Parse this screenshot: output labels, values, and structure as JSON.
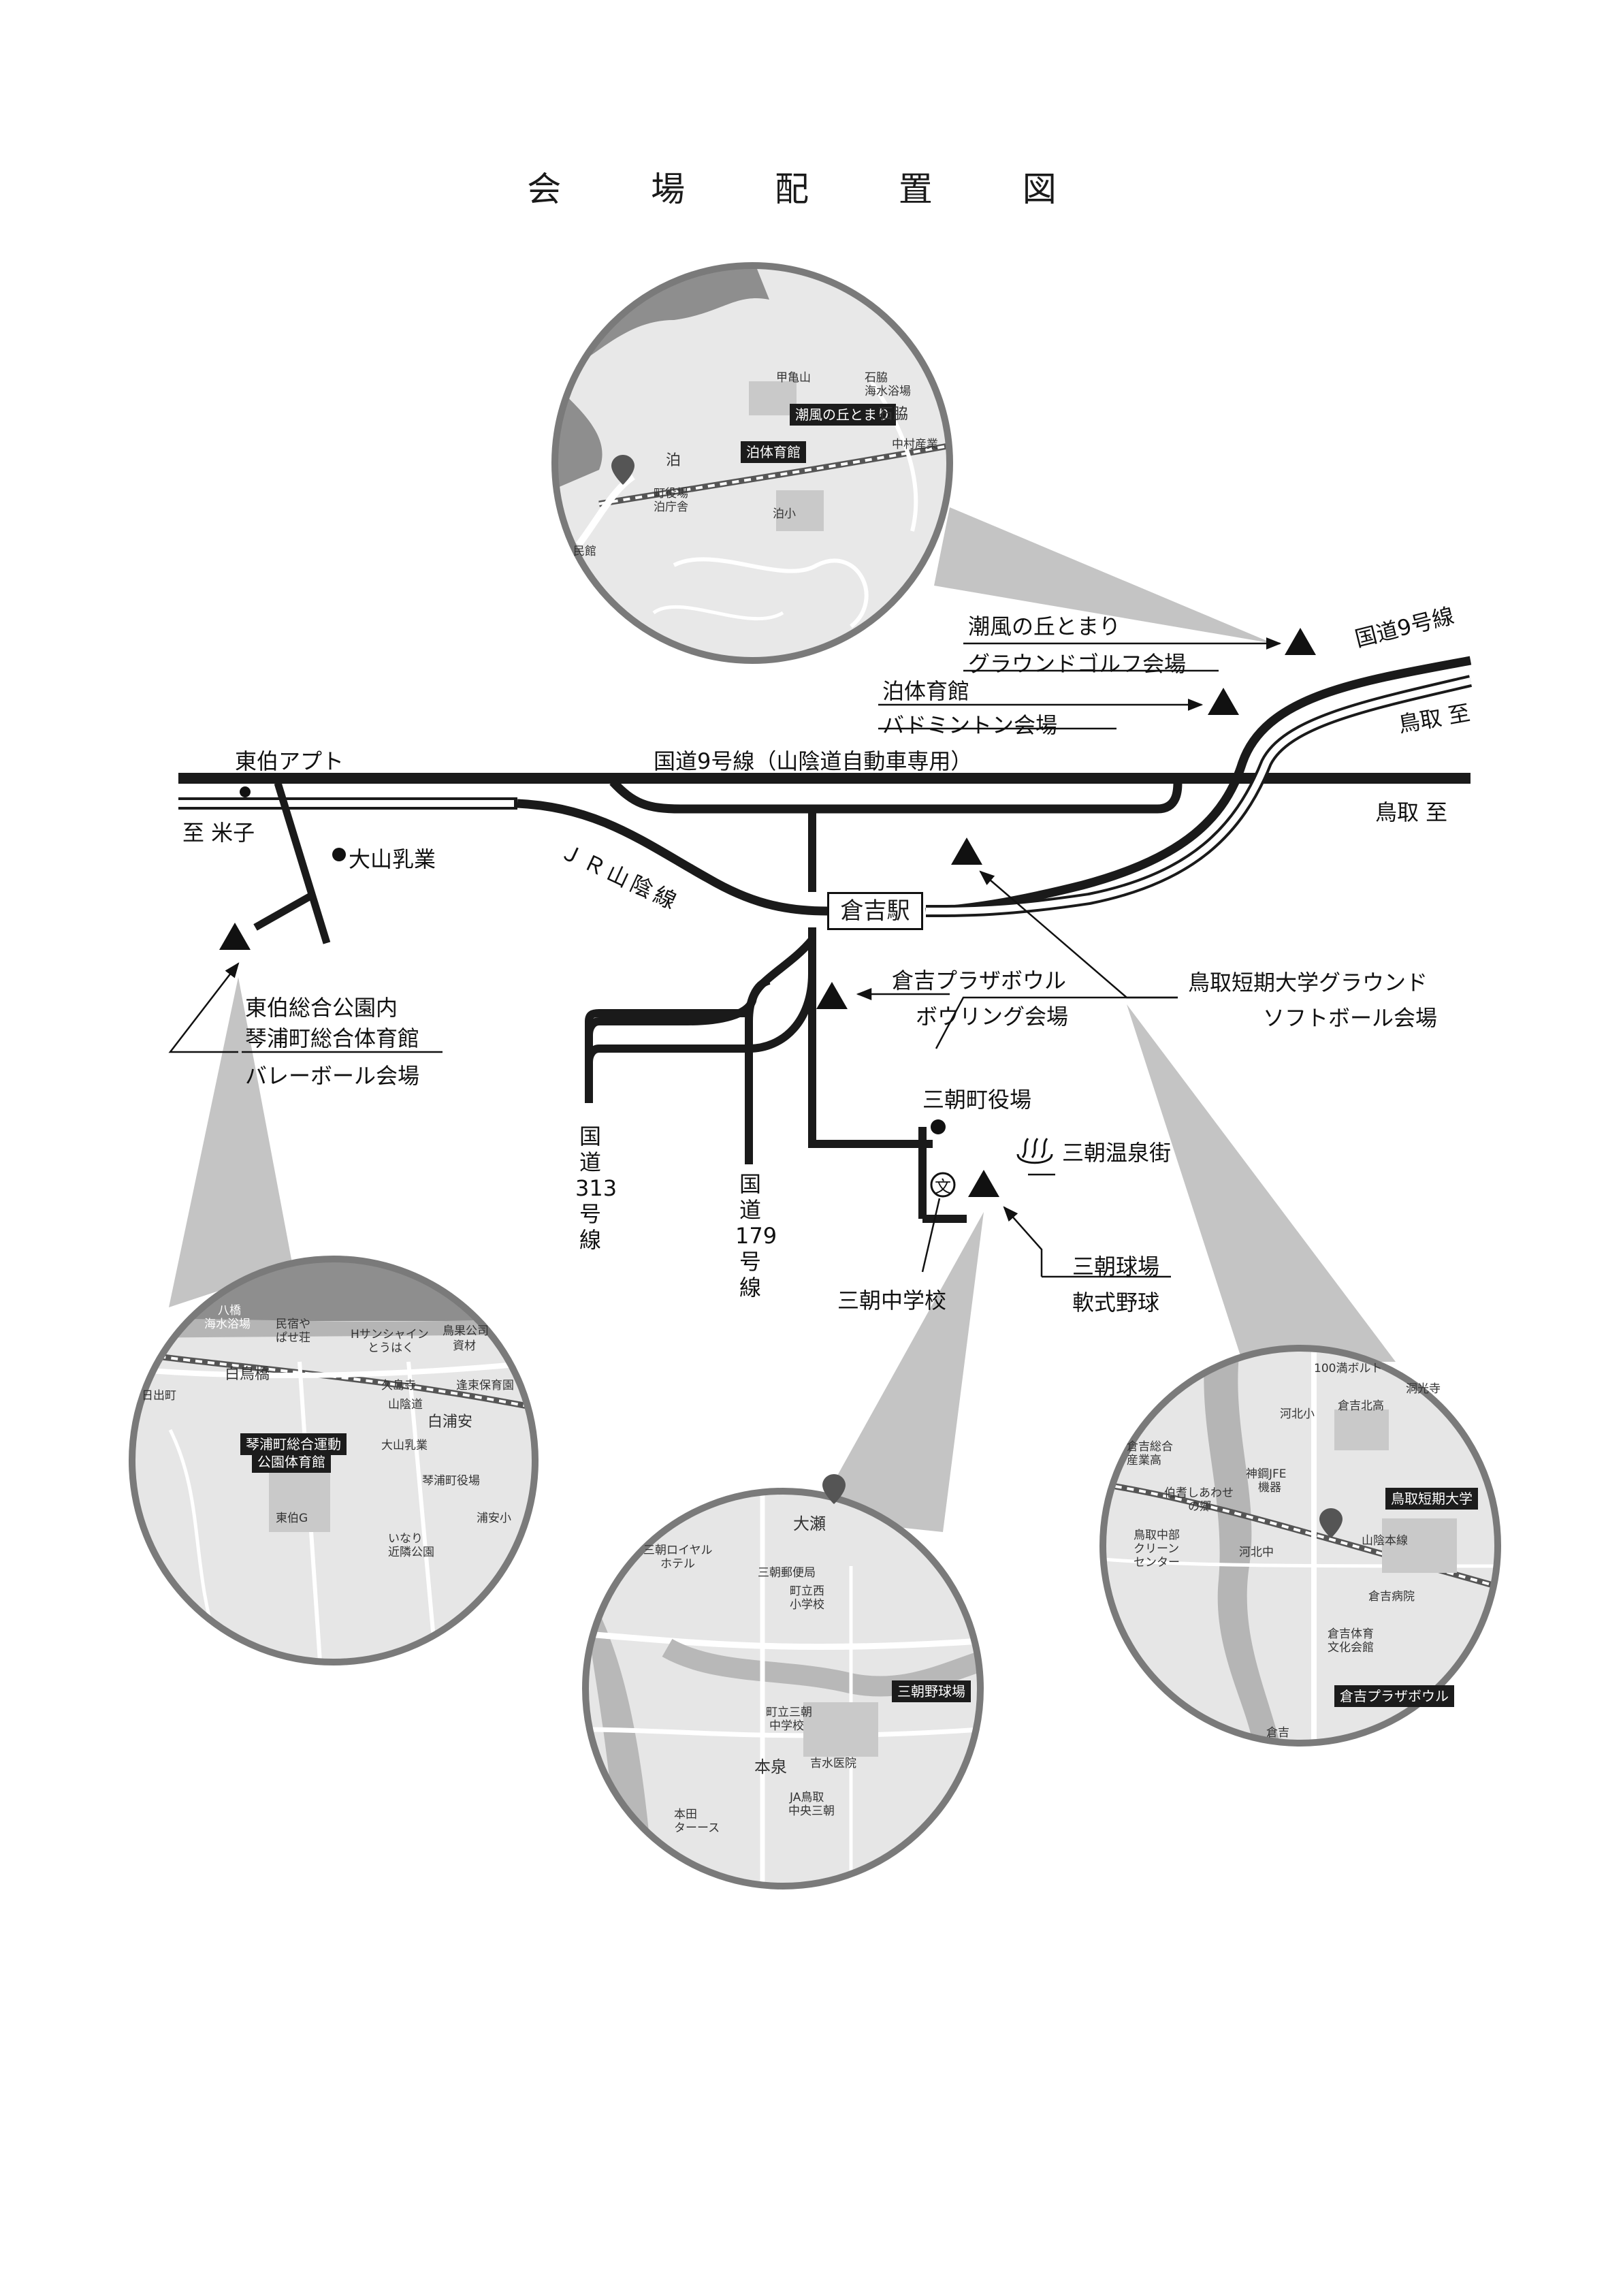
{
  "title": "会 場 配 置 図",
  "roads": {
    "national9_top": "国道9号線",
    "expressway": "国道9号線（山陰道自動車専用）",
    "jr": "ＪＲ山陰線",
    "to_tottori_1": "鳥取 至",
    "to_tottori_2": "鳥取 至",
    "to_yonago": "至 米子",
    "route313": [
      "国",
      "道",
      "313",
      "号",
      "線"
    ],
    "route179": [
      "国",
      "道",
      "179",
      "号",
      "線"
    ]
  },
  "places": {
    "station": "倉吉駅",
    "touhaku_apt": "東伯アプト",
    "daisen_milk": "大山乳業",
    "misasa_office": "三朝町役場",
    "misasa_onsen": "三朝温泉街",
    "misasa_jhs": "三朝中学校"
  },
  "venues": {
    "shiokaze": {
      "name": "潮風の丘とまり",
      "event": "グラウンドゴルフ会場"
    },
    "tomari_gym": {
      "name": "泊体育館",
      "event": "バドミントン会場"
    },
    "tottori_college": {
      "name": "鳥取短期大学グラウンド",
      "event": "ソフトボール会場"
    },
    "plaza_bowl": {
      "name": "倉吉プラザボウル",
      "event": "ボウリング会場"
    },
    "touhaku_park": {
      "name1": "東伯総合公園内",
      "name2": "琴浦町総合体育館",
      "event": "バレーボール会場"
    },
    "misasa_ball": {
      "name": "三朝球場",
      "event": "軟式野球"
    }
  },
  "insets": {
    "tomari": {
      "chips": [
        "潮風の丘とまり",
        "泊体育館"
      ],
      "labels": [
        "甲亀山",
        "石脇",
        "海水浴場",
        "石脇",
        "中村産業",
        "泊",
        "町役場",
        "泊庁舎",
        "泊小",
        "民館"
      ]
    },
    "kotoura": {
      "chips": [
        "琴浦町総合運動",
        "公園体育館"
      ],
      "labels": [
        "八橋",
        "海水浴場",
        "民宿や",
        "ぱせ荘",
        "Hサンシャイン",
        "とうはく",
        "鳥果公司",
        "資材",
        "久島寺",
        "逢束保育園",
        "山陰道",
        "白浦安",
        "大山乳業",
        "琴浦町役場",
        "浦安小",
        "東伯G",
        "いなり",
        "近隣公園",
        "白鳥橋",
        "日出町"
      ]
    },
    "misasa": {
      "chips": [
        "三朝野球場"
      ],
      "labels": [
        "大瀬",
        "三朝ロイヤル",
        "ホテル",
        "三朝郵便局",
        "町立西",
        "小学校",
        "町立三朝",
        "中学校",
        "本泉",
        "吉水医院",
        "JA鳥取",
        "中央三朝",
        "本田",
        "ターース"
      ]
    },
    "kurayoshi": {
      "chips": [
        "鳥取短期大学",
        "倉吉プラザボウル"
      ],
      "labels": [
        "100満ボルト",
        "洞光寺",
        "倉吉北高",
        "河北小",
        "倉吉総合",
        "産業高",
        "神鋼JFE",
        "機器",
        "伯耆しあわせ",
        "の郷",
        "鳥取中部",
        "クリーン",
        "センター",
        "河北中",
        "山陰本線",
        "倉吉病院",
        "倉吉体育",
        "文化会館",
        "倉吉"
      ]
    }
  },
  "colors": {
    "road": "#1a1a1a",
    "callout": "#bdbdbd",
    "circle_bg": "#e6e6e6",
    "circle_border": "#7a7a7a"
  }
}
